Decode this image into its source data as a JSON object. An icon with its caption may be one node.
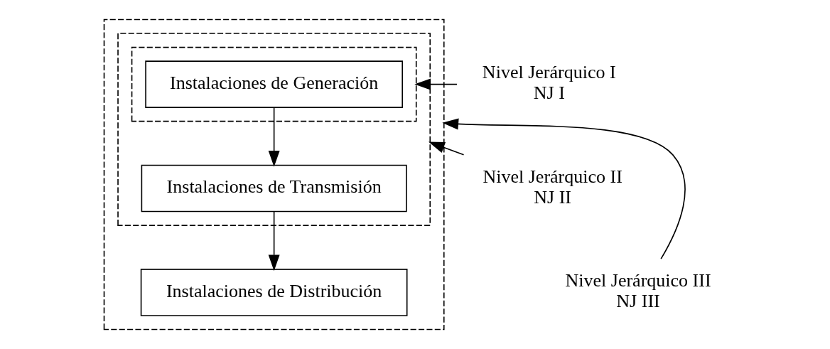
{
  "diagram": {
    "nodes": [
      {
        "text": [],
        "shape": "box"
      },
      {
        "text": [],
        "shape": "box",
        "in": 0
      },
      {
        "text": [],
        "shape": "box",
        "in": 1
      },
      {
        "text": [
          "Instalaciones de Generación"
        ],
        "in": 2
      },
      {
        "text": [
          "Instalaciones de Transmisión"
        ],
        "in": 1
      },
      {
        "text": [
          "Instalaciones de Distribución"
        ],
        "in": 0
      },
      {
        "text": [
          "Nivel Jerárquico I",
          "NJ I"
        ]
      },
      {
        "text": [
          "Nivel Jerárquico II",
          "NJ II"
        ]
      },
      {
        "text": [
          "Nivel Jerárquico III",
          "NJ III"
        ]
      }
    ],
    "edges": [
      {
        "from": 3,
        "to": 4,
        "arrow": "to"
      },
      {
        "from": 4,
        "to": 5,
        "arrow": "to"
      },
      {
        "from": 6,
        "to": 2,
        "arrow": "to"
      },
      {
        "from": 7,
        "to": 1,
        "arrow": "to"
      },
      {
        "from": 8,
        "to": 0,
        "arrow": "to"
      }
    ]
  }
}
